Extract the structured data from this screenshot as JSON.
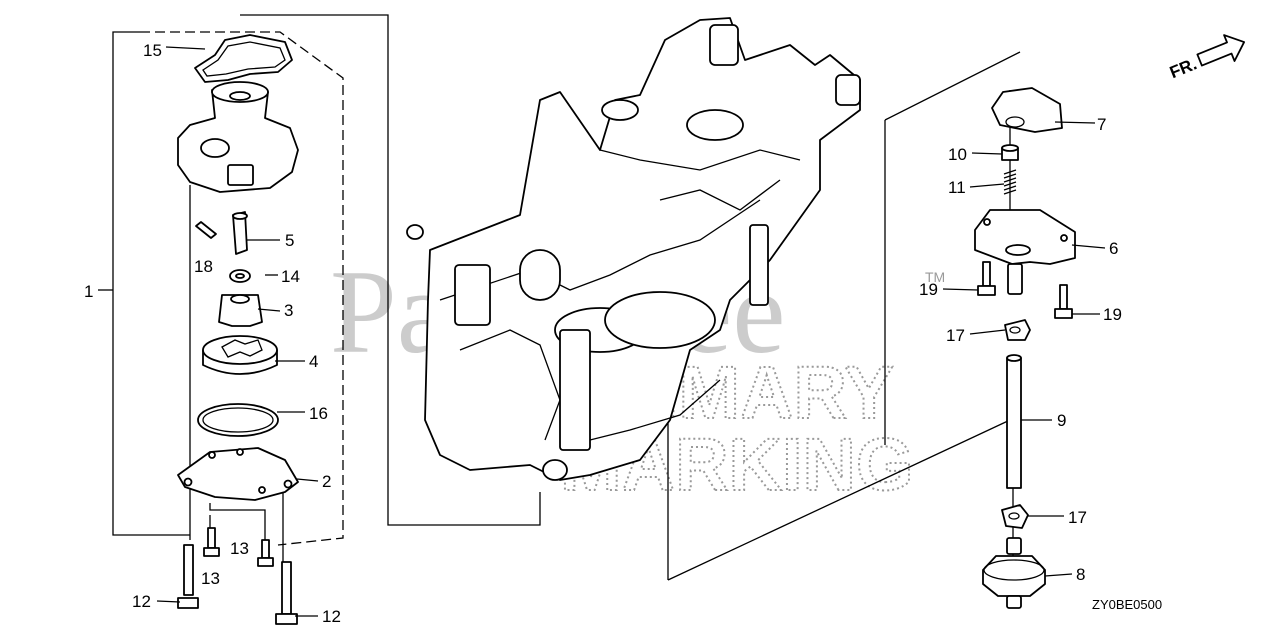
{
  "diagram": {
    "fr_label": "FR.",
    "code": "ZY0BE0500",
    "watermark": {
      "text": "PartsTree",
      "tm": "TM",
      "line2": "PRIMARY",
      "line3": "MARKING"
    },
    "callouts": {
      "c1": "1",
      "c2": "2",
      "c3": "3",
      "c4": "4",
      "c5": "5",
      "c6": "6",
      "c7": "7",
      "c8": "8",
      "c9": "9",
      "c10": "10",
      "c11": "11",
      "c12a": "12",
      "c12b": "12",
      "c13a": "13",
      "c13b": "13",
      "c14": "14",
      "c15": "15",
      "c16": "16",
      "c17a": "17",
      "c17b": "17",
      "c18": "18",
      "c19a": "19",
      "c19b": "19"
    }
  }
}
